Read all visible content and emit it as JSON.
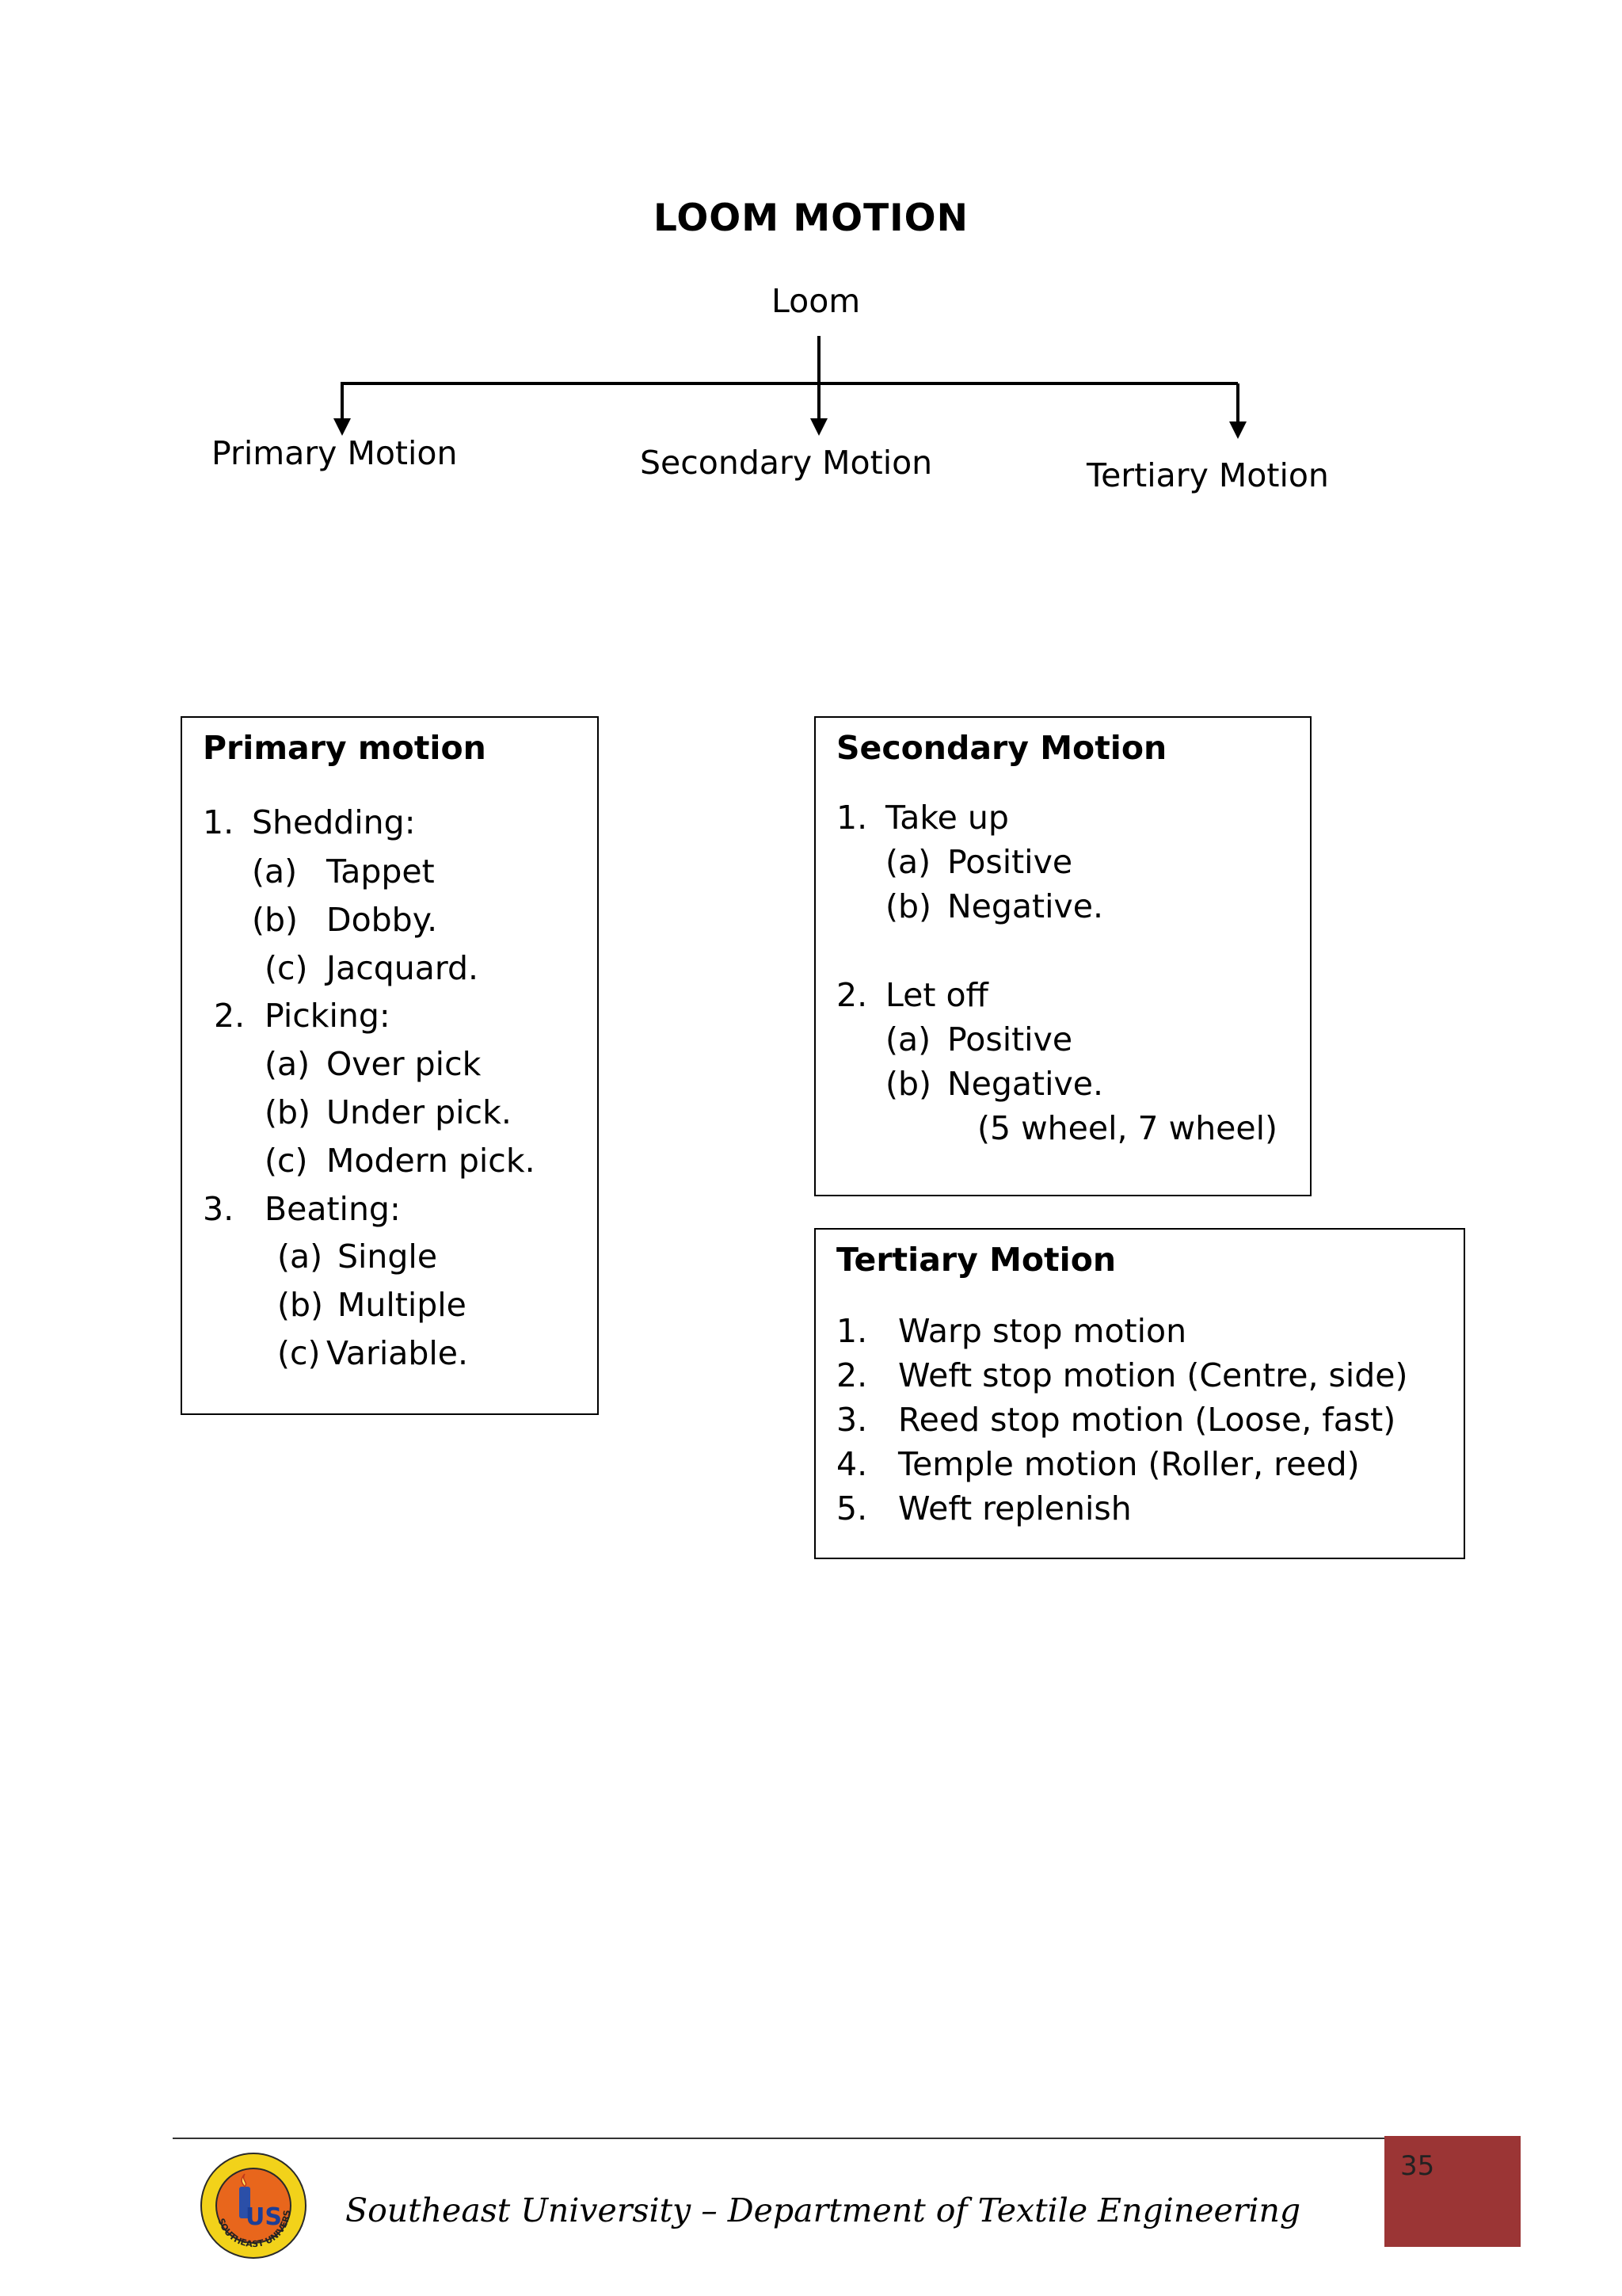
{
  "title": "LOOM MOTION",
  "tree": {
    "root": "Loom",
    "children": [
      "Primary Motion",
      "Secondary Motion",
      "Tertiary Motion"
    ]
  },
  "primary_box": {
    "heading": "Primary motion",
    "items": [
      {
        "n": "1.",
        "t": "Shedding:"
      },
      {
        "n": "(a)",
        "t": "Tappet"
      },
      {
        "n": "(b)",
        "t": "Dobby."
      },
      {
        "n": "(c)",
        "t": "Jacquard."
      },
      {
        "n": "2.",
        "t": "Picking:"
      },
      {
        "n": "(a)",
        "t": "Over pick"
      },
      {
        "n": "(b)",
        "t": "Under pick."
      },
      {
        "n": "(c)",
        "t": "Modern pick."
      },
      {
        "n": "3.",
        "t": "Beating:"
      },
      {
        "n": "(a)",
        "t": "Single"
      },
      {
        "n": "(b)",
        "t": "Multiple"
      },
      {
        "n": "(c)",
        "t": "Variable."
      }
    ]
  },
  "secondary_box": {
    "heading": "Secondary Motion",
    "items": [
      {
        "n": "1.",
        "t": "Take up"
      },
      {
        "n": "(a)",
        "t": "Positive"
      },
      {
        "n": "(b)",
        "t": "Negative."
      },
      {
        "n": "2.",
        "t": "Let off"
      },
      {
        "n": "(a)",
        "t": "Positive"
      },
      {
        "n": "(b)",
        "t": "Negative."
      },
      {
        "n": "",
        "t": "(5 wheel, 7 wheel)"
      }
    ]
  },
  "tertiary_box": {
    "heading": "Tertiary Motion",
    "items": [
      {
        "n": "1.",
        "t": "Warp stop motion"
      },
      {
        "n": "2.",
        "t": "Weft stop motion (Centre, side)"
      },
      {
        "n": "3.",
        "t": "Reed stop motion (Loose, fast)"
      },
      {
        "n": "4.",
        "t": "Temple motion (Roller, reed)"
      },
      {
        "n": "5.",
        "t": "Weft replenish"
      }
    ]
  },
  "footer": {
    "text": "Southeast University  – Department of Textile Engineering",
    "page_number": "35",
    "logo_text": "SOUTHEAST UNIVERSITY",
    "logo_letters": "US",
    "page_box_color": "#9b3535"
  }
}
